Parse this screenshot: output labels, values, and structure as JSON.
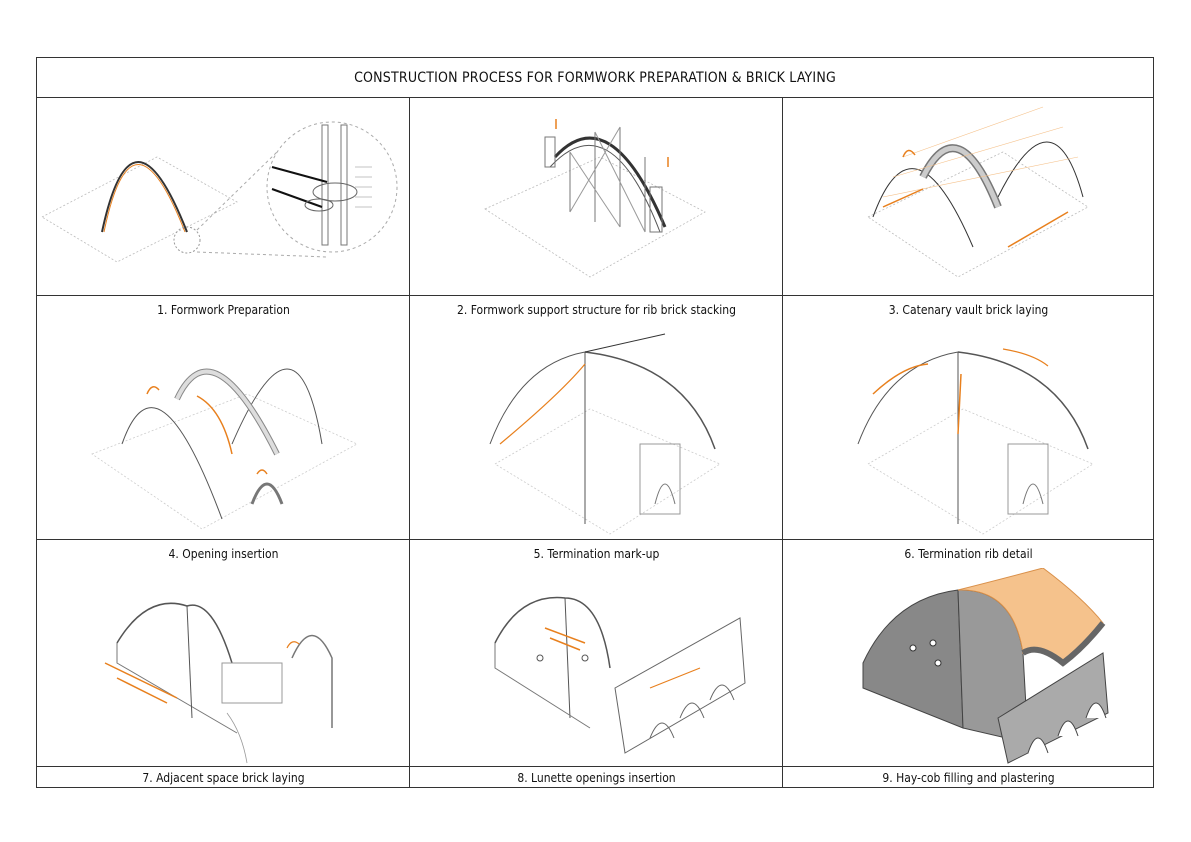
{
  "sheet": {
    "title": "CONSTRUCTION PROCESS FOR FORMWORK PREPARATION & BRICK LAYING"
  },
  "panels": [
    {
      "caption": "1. Formwork Preparation"
    },
    {
      "caption": "2. Formwork support structure for rib brick stacking"
    },
    {
      "caption": "3. Catenary vault brick laying"
    },
    {
      "caption": "4. Opening insertion"
    },
    {
      "caption": "5. Termination mark-up"
    },
    {
      "caption": "6. Termination rib detail"
    },
    {
      "caption": "7. Adjacent space brick laying"
    },
    {
      "caption": "8. Lunette openings insertion"
    },
    {
      "caption": "9. Hay-cob filling and plastering"
    }
  ],
  "colors": {
    "accent": "#e8801e",
    "plaster": "#f5c28c",
    "line": "#333333"
  }
}
